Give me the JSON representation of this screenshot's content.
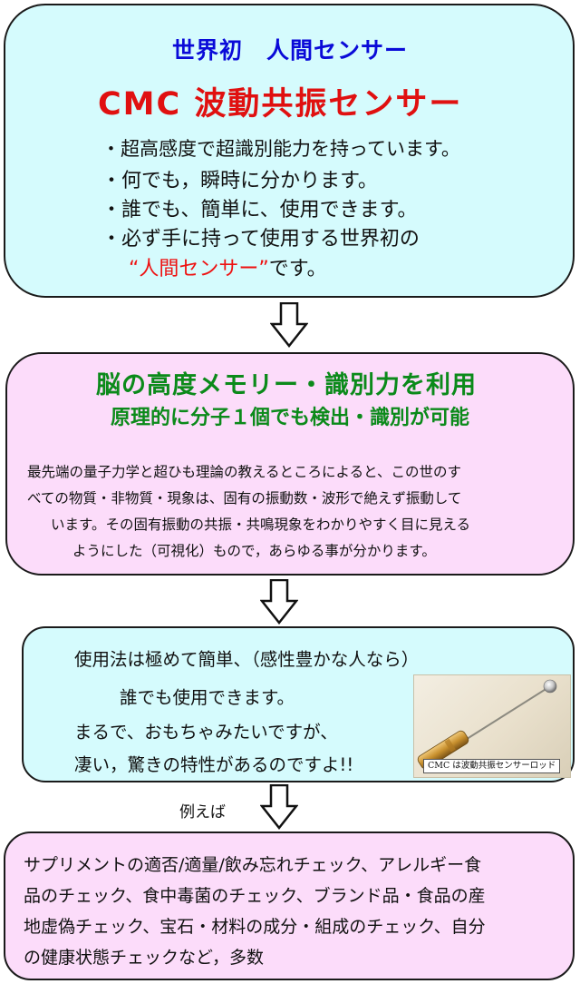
{
  "box1": {
    "title": "世界初　人間センサー",
    "headline": "CMC 波動共振センサー",
    "bullets": [
      "・超高感度で超識別能力を持っています。",
      "・何でも，瞬時に分かります。",
      "・誰でも、簡単に、使用できます。",
      "・必ず手に持って使用する世界初の"
    ],
    "quoted": "“人間センサー”",
    "quoted_suffix": "です。"
  },
  "box2": {
    "title": "脳の高度メモリー・識別力を利用",
    "subtitle": "原理的に分子１個でも検出・識別が可能",
    "paragraph_lines": [
      "最先端の量子力学と超ひも理論の教えるところによると、この世のす",
      "べての物質・非物質・現象は、固有の振動数・波形で絶えず振動して",
      "います。その固有振動の共振・共鳴現象をわかりやすく目に見える",
      "ようにした（可視化）もので，あらゆる事が分かります。"
    ]
  },
  "box3": {
    "lines": [
      "使用法は極めて簡単、（感性豊かな人なら）",
      "誰でも使用できます。",
      "まるで、おもちゃみたいですが、",
      "凄い，驚きの特性があるのですよ!!"
    ],
    "photo_caption": "CMC は波動共振センサーロッド"
  },
  "example_label": "例えば",
  "box4": {
    "lines": [
      "サプリメントの適否/適量/飲み忘れチェック、アレルギー食",
      "品のチェック、食中毒菌のチェック、ブランド品・食品の産",
      "地虚偽チェック、宝石・材料の成分・組成のチェック、自分",
      "の健康状態チェックなど，多数"
    ]
  },
  "colors": {
    "cyan_box": "#d5fbfd",
    "pink_box": "#fcdcfa",
    "title_blue": "#0a0ad8",
    "headline_red": "#e01010",
    "heading_green": "#0b8a1a"
  },
  "icons": [
    "down-arrow-icon",
    "down-arrow-icon",
    "down-arrow-icon"
  ]
}
